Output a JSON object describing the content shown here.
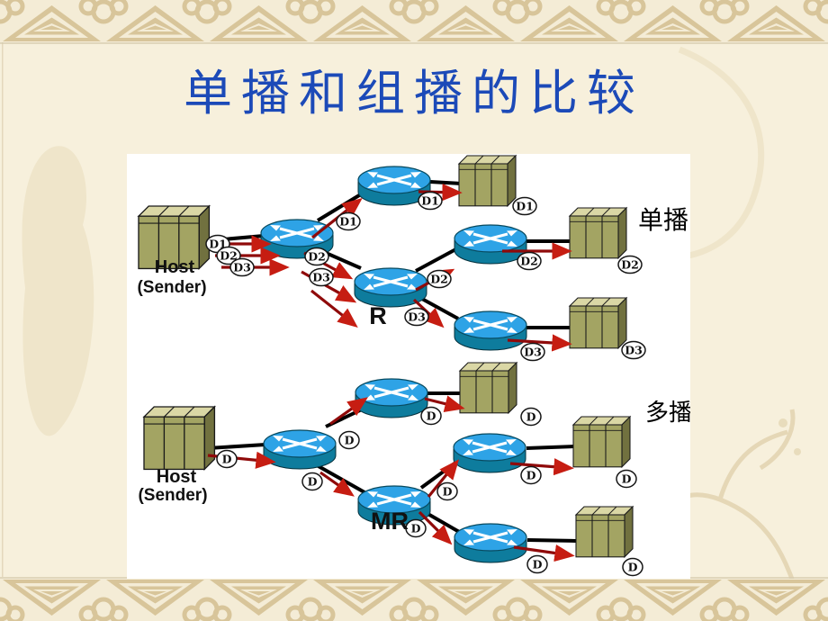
{
  "slide": {
    "title": "单播和组播的比较"
  },
  "labels": {
    "d1": "D1",
    "d2": "D2",
    "d3": "D3",
    "d": "D",
    "host": "Host",
    "sender": "(Sender)",
    "router_unicast": "R",
    "router_multicast": "MR",
    "caption_unicast": "单播",
    "caption_multicast": "多播"
  },
  "colors": {
    "background": "#F7F0DC",
    "border_pattern": "#D8C59A",
    "title_text": "#1C4AB8",
    "diagram_background": "#FFFFFF",
    "router_top": "#2EA3E6",
    "router_body": "#0E7C9D",
    "server_front": "#A3A463",
    "server_top": "#DAD7A5",
    "server_side": "#71713F",
    "link_line": "#000000",
    "packet_line": "#8F0A0A",
    "packet_arrow_head": "#C61D12"
  }
}
